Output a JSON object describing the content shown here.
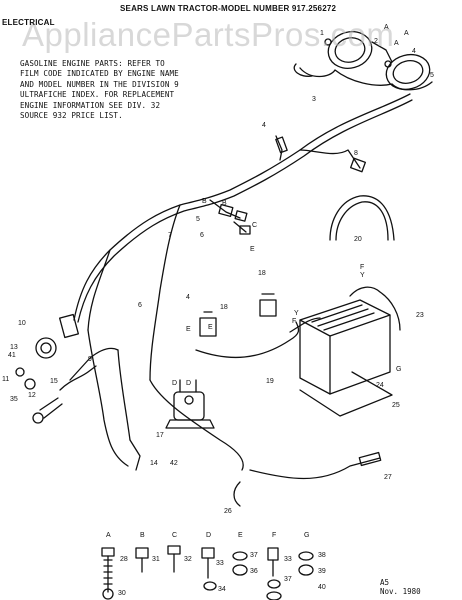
{
  "header": {
    "title": "SEARS LAWN TRACTOR-MODEL NUMBER 917.256272",
    "section": "ELECTRICAL",
    "watermark": "AppliancePartsPros.com"
  },
  "note": "GASOLINE ENGINE PARTS: REFER TO\nFILM CODE INDICATED BY ENGINE NAME\nAND MODEL NUMBER IN THE DIVISION 9\nULTRAFICHE INDEX. FOR REPLACEMENT\nENGINE INFORMATION SEE DIV. 32\nSOURCE 932 PRICE LIST.",
  "part_labels": [
    "1",
    "2",
    "A",
    "4",
    "5",
    "3",
    "4",
    "8",
    "5",
    "6",
    "7",
    "20",
    "4",
    "18",
    "19",
    "18",
    "6",
    "E",
    "F",
    "23",
    "10",
    "13",
    "41",
    "11",
    "12",
    "15",
    "9",
    "35",
    "24",
    "25",
    "D",
    "17",
    "14",
    "42",
    "26",
    "27",
    "28",
    "31",
    "32",
    "33",
    "37",
    "36",
    "38",
    "39",
    "40",
    "33",
    "34",
    "37",
    "30"
  ],
  "connector_letters": [
    "A",
    "A",
    "B",
    "B",
    "C",
    "E",
    "F",
    "Y",
    "Y",
    "G",
    "E",
    "D",
    "A",
    "B",
    "C",
    "D",
    "E",
    "F",
    "G"
  ],
  "revision": "A5\nNov. 1980"
}
